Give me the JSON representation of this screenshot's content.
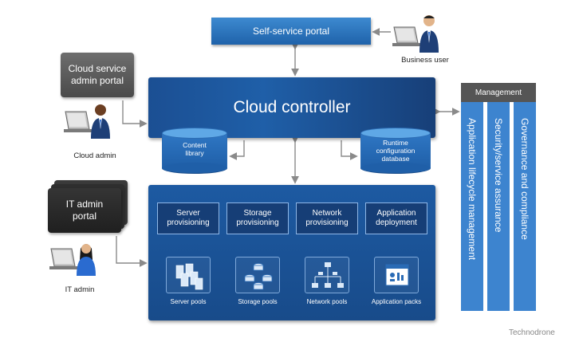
{
  "portals": {
    "self_service": "Self-service portal",
    "cloud_service_admin": [
      "Cloud service",
      "admin portal"
    ],
    "it_admin": [
      "IT admin",
      "portal"
    ]
  },
  "people": {
    "business_user": "Business user",
    "cloud_admin": "Cloud admin",
    "it_admin": "IT admin"
  },
  "controller": {
    "title": "Cloud controller",
    "content_library": [
      "Content",
      "library"
    ],
    "runtime_db": [
      "Runtime",
      "configuration",
      "database"
    ]
  },
  "provisioning": [
    {
      "label": [
        "Server",
        "provisioning"
      ],
      "pool": "Server pools",
      "icon": "server-pool-icon"
    },
    {
      "label": [
        "Storage",
        "provisioning"
      ],
      "pool": "Storage pools",
      "icon": "storage-pool-icon"
    },
    {
      "label": [
        "Network",
        "provisioning"
      ],
      "pool": "Network pools",
      "icon": "network-pool-icon"
    },
    {
      "label": [
        "Application",
        "deployment"
      ],
      "pool": "Application packs",
      "icon": "application-pack-icon"
    }
  ],
  "management": {
    "title": "Management",
    "columns": [
      "Application lifecycle management",
      "Security/service assurance",
      "Governance and compliance"
    ]
  },
  "watermark": "Technodrone",
  "colors": {
    "primary_blue": "#1f5fa8",
    "light_blue": "#3d84cf",
    "grey": "#555555"
  }
}
